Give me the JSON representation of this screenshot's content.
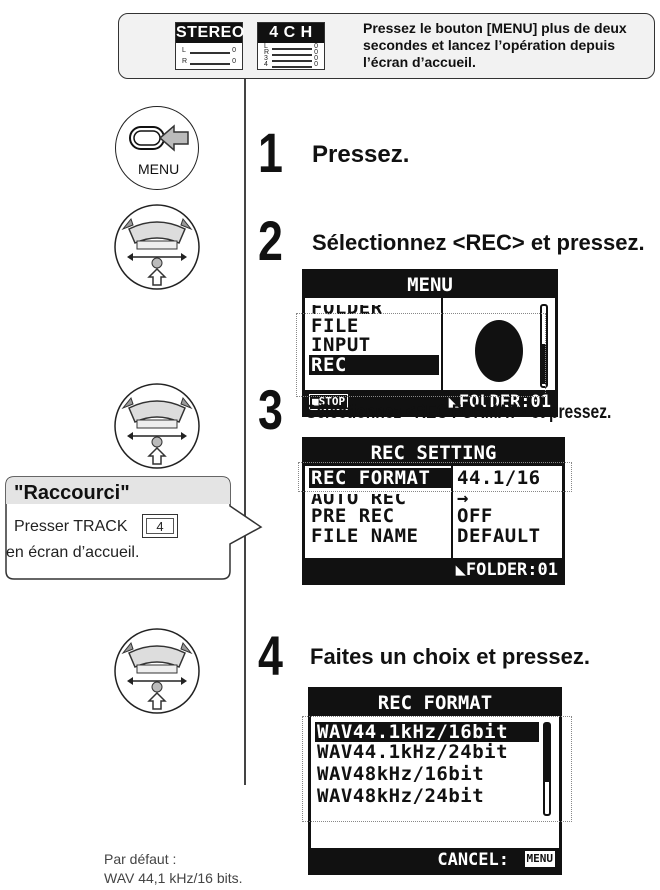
{
  "banner": {
    "stereo_label": "STEREO",
    "ch4_label": "4 C H",
    "stereo_rows": [
      "L",
      "R"
    ],
    "ch4_rows": [
      "L",
      "R",
      "3",
      "4"
    ],
    "level_zero": "0",
    "instruction": "Pressez le bouton [MENU] plus de deux secondes et lancez l’opération depuis l’écran d’accueil."
  },
  "menu_button_label": "MENU",
  "steps": [
    {
      "number": "1",
      "text": "Pressez."
    },
    {
      "number": "2",
      "text": "Sélectionnez <REC> et pressez."
    },
    {
      "number": "3",
      "text": "Sélectionnez <REC FORMAT> et pressez."
    },
    {
      "number": "4",
      "text": "Faites un choix et pressez."
    }
  ],
  "lcd_menu": {
    "title": "MENU",
    "items": [
      "FOLDER",
      "FILE",
      "INPUT",
      "REC"
    ],
    "stop_label": "■STOP",
    "folder_label": "◣FOLDER:01"
  },
  "lcd_rec_setting": {
    "title": "REC SETTING",
    "rows": [
      {
        "name": "REC FORMAT",
        "value": "44.1/16"
      },
      {
        "name": "AUTO REC",
        "value": "→"
      },
      {
        "name": "PRE REC",
        "value": "OFF"
      },
      {
        "name": "FILE NAME",
        "value": "DEFAULT"
      }
    ],
    "folder_label": "◣FOLDER:01"
  },
  "lcd_rec_format": {
    "title": "REC FORMAT",
    "items": [
      "WAV44.1kHz/16bit",
      "WAV44.1kHz/24bit",
      "WAV48kHz/16bit",
      "WAV48kHz/24bit"
    ],
    "cancel_label": "CANCEL:",
    "menu_tag": "MENU"
  },
  "shortcut": {
    "title": "\"Raccourci\"",
    "line1": "Presser TRACK",
    "key": "4",
    "line2": "en écran d’accueil."
  },
  "default_note": {
    "line1": "Par défaut :",
    "line2": "WAV 44,1 kHz/16 bits."
  }
}
